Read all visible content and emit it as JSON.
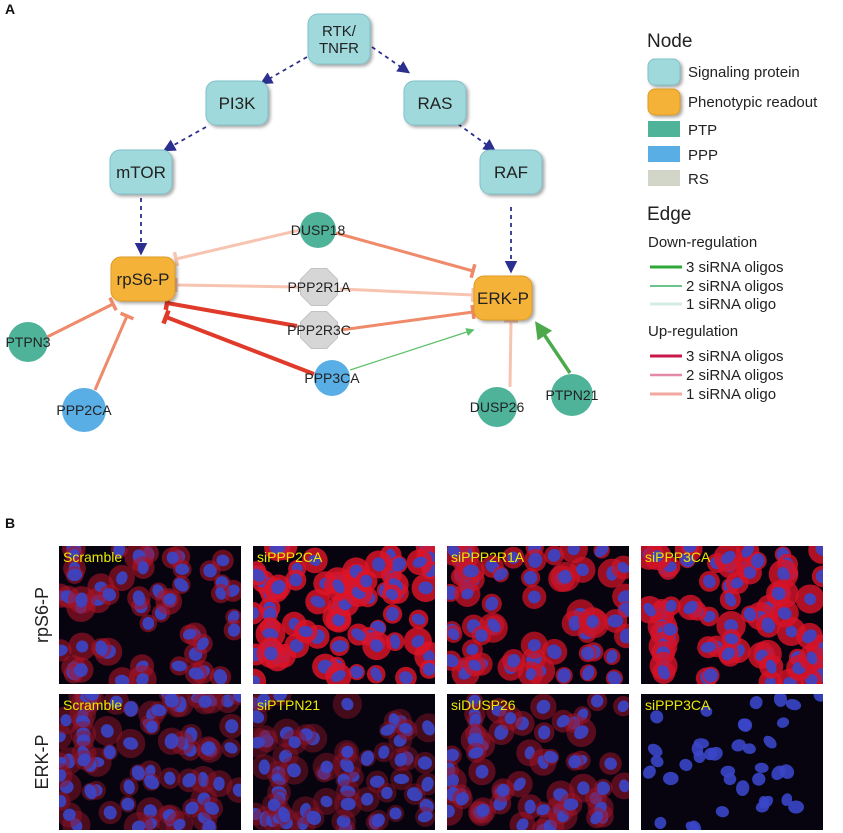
{
  "panels": {
    "a": "A",
    "b": "B"
  },
  "nodes": [
    {
      "id": "rtk",
      "lines": [
        "RTK/",
        "TNFR"
      ],
      "kind": "signaling"
    },
    {
      "id": "pi3k",
      "lines": [
        "PI3K"
      ],
      "kind": "signaling"
    },
    {
      "id": "ras",
      "lines": [
        "RAS"
      ],
      "kind": "signaling"
    },
    {
      "id": "mtor",
      "lines": [
        "mTOR"
      ],
      "kind": "signaling"
    },
    {
      "id": "raf",
      "lines": [
        "RAF"
      ],
      "kind": "signaling"
    },
    {
      "id": "rps6",
      "lines": [
        "rpS6-P"
      ],
      "kind": "readout"
    },
    {
      "id": "erk",
      "lines": [
        "ERK-P"
      ],
      "kind": "readout"
    },
    {
      "id": "dusp18",
      "lines": [
        "DUSP18"
      ],
      "kind": "ptp"
    },
    {
      "id": "ppp2r1a",
      "lines": [
        "PPP2R1A"
      ],
      "kind": "rs"
    },
    {
      "id": "ppp2r3c",
      "lines": [
        "PPP2R3C"
      ],
      "kind": "rs"
    },
    {
      "id": "ppp3ca",
      "lines": [
        "PPP3CA"
      ],
      "kind": "ppp"
    },
    {
      "id": "ptpn3",
      "lines": [
        "PTPN3"
      ],
      "kind": "ptp"
    },
    {
      "id": "ppp2ca",
      "lines": [
        "PPP2CA"
      ],
      "kind": "ppp"
    },
    {
      "id": "dusp26",
      "lines": [
        "DUSP26"
      ],
      "kind": "ptp"
    },
    {
      "id": "ptpn21",
      "lines": [
        "PTPN21"
      ],
      "kind": "ptp"
    }
  ],
  "edges": [
    {
      "from": "rtk",
      "to": "pi3k",
      "type": "pathway"
    },
    {
      "from": "rtk",
      "to": "ras",
      "type": "pathway"
    },
    {
      "from": "pi3k",
      "to": "mtor",
      "type": "pathway"
    },
    {
      "from": "ras",
      "to": "raf",
      "type": "pathway"
    },
    {
      "from": "mtor",
      "to": "rps6",
      "type": "pathway"
    },
    {
      "from": "raf",
      "to": "erk",
      "type": "pathway"
    },
    {
      "from": "dusp18",
      "to": "rps6",
      "type": "up",
      "oligos": 1
    },
    {
      "from": "dusp18",
      "to": "erk",
      "type": "up",
      "oligos": 2
    },
    {
      "from": "ppp2r1a",
      "to": "rps6",
      "type": "up",
      "oligos": 1
    },
    {
      "from": "ppp2r1a",
      "to": "erk",
      "type": "up",
      "oligos": 1
    },
    {
      "from": "ppp2r3c",
      "to": "rps6",
      "type": "up",
      "oligos": 3
    },
    {
      "from": "ppp2r3c",
      "to": "erk",
      "type": "up",
      "oligos": 2
    },
    {
      "from": "ppp3ca",
      "to": "rps6",
      "type": "up",
      "oligos": 3
    },
    {
      "from": "ppp3ca",
      "to": "erk",
      "type": "down",
      "oligos": 1
    },
    {
      "from": "ptpn3",
      "to": "rps6",
      "type": "up",
      "oligos": 2
    },
    {
      "from": "ppp2ca",
      "to": "rps6",
      "type": "up",
      "oligos": 2
    },
    {
      "from": "dusp26",
      "to": "erk",
      "type": "up",
      "oligos": 1
    },
    {
      "from": "ptpn21",
      "to": "erk",
      "type": "down",
      "oligos": 3
    }
  ],
  "legend": {
    "node_title": "Node",
    "node_items": [
      {
        "label": "Signaling protein",
        "kind": "signaling"
      },
      {
        "label": "Phenotypic readout",
        "kind": "readout"
      },
      {
        "label": "PTP",
        "kind": "ptp"
      },
      {
        "label": "PPP",
        "kind": "ppp"
      },
      {
        "label": "RS",
        "kind": "rs"
      }
    ],
    "edge_title": "Edge",
    "down_title": "Down-regulation",
    "down_items": [
      {
        "label": "3 siRNA oligos",
        "oligos": 3
      },
      {
        "label": "2 siRNA oligos",
        "oligos": 2
      },
      {
        "label": "1 siRNA oligo",
        "oligos": 1
      }
    ],
    "up_title": "Up-regulation",
    "up_items": [
      {
        "label": "3 siRNA oligos",
        "oligos": 3
      },
      {
        "label": "2 siRNA oligos",
        "oligos": 2
      },
      {
        "label": "1 siRNA oligo",
        "oligos": 1
      }
    ]
  },
  "colors": {
    "signaling_fill": "#9fd9dc",
    "signaling_stroke": "#7fc2c8",
    "readout_fill": "#f4b338",
    "readout_stroke": "#e09a20",
    "ptp": "#4fb39a",
    "ppp": "#5aaee6",
    "rs": "#d6d6d6",
    "pathway": "#2b2f8f",
    "up3": "#e03a2a",
    "up2": "#ef8a6a",
    "up1": "#f6c4b0",
    "down3": "#4caa4c",
    "down2": "#7fcb8a",
    "down1": "#cde8d8",
    "legend_up3": "#c8174a",
    "legend_up2": "#e48aa8",
    "legend_up1": "#f0a8a0",
    "legend_down3": "#2fa83a",
    "legend_down2": "#6cc48a",
    "legend_down1": "#d6ece2",
    "legend_rs": "#d2d6c8"
  },
  "micrographs": {
    "rows": [
      {
        "label": "rpS6-P",
        "images": [
          "Scramble",
          "siPPP2CA",
          "siPPP2R1A",
          "siPPP3CA"
        ],
        "red": [
          0.45,
          0.9,
          0.75,
          0.85
        ],
        "density": [
          0.55,
          0.9,
          0.7,
          0.85
        ]
      },
      {
        "label": "ERK-P",
        "images": [
          "Scramble",
          "siPTPN21",
          "siDUSP26",
          "siPPP3CA"
        ],
        "red": [
          0.25,
          0.2,
          0.35,
          0.0
        ],
        "density": [
          0.9,
          0.75,
          0.6,
          0.3
        ]
      }
    ]
  }
}
